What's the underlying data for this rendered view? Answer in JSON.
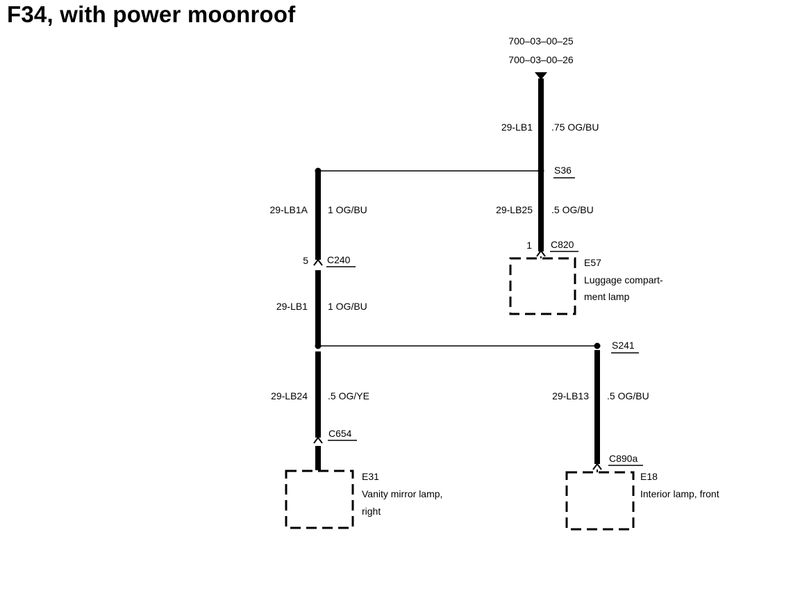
{
  "title": "F34, with power moonroof",
  "source_refs": [
    "700–03–00–25",
    "700–03–00–26"
  ],
  "wires": {
    "top": {
      "circuit": "29-LB1",
      "spec": ".75 OG/BU"
    },
    "left_up": {
      "circuit": "29-LB1A",
      "spec": "1 OG/BU"
    },
    "right_mid": {
      "circuit": "29-LB25",
      "spec": ".5 OG/BU"
    },
    "left_mid": {
      "circuit": "29-LB1",
      "spec": "1 OG/BU"
    },
    "left_low": {
      "circuit": "29-LB24",
      "spec": ".5 OG/YE"
    },
    "right_low": {
      "circuit": "29-LB13",
      "spec": ".5 OG/BU"
    }
  },
  "splices": {
    "s36": "S36",
    "s241": "S241"
  },
  "connectors": {
    "c820": {
      "name": "C820",
      "pin": "1"
    },
    "c240": {
      "name": "C240",
      "pin": "5"
    },
    "c654": {
      "name": "C654"
    },
    "c890a": {
      "name": "C890a"
    }
  },
  "components": {
    "e57": {
      "id": "E57",
      "desc_line1": "Luggage compart-",
      "desc_line2": "ment lamp"
    },
    "e31": {
      "id": "E31",
      "desc_line1": "Vanity mirror lamp,",
      "desc_line2": "right"
    },
    "e18": {
      "id": "E18",
      "desc_line1": "Interior lamp, front"
    }
  }
}
